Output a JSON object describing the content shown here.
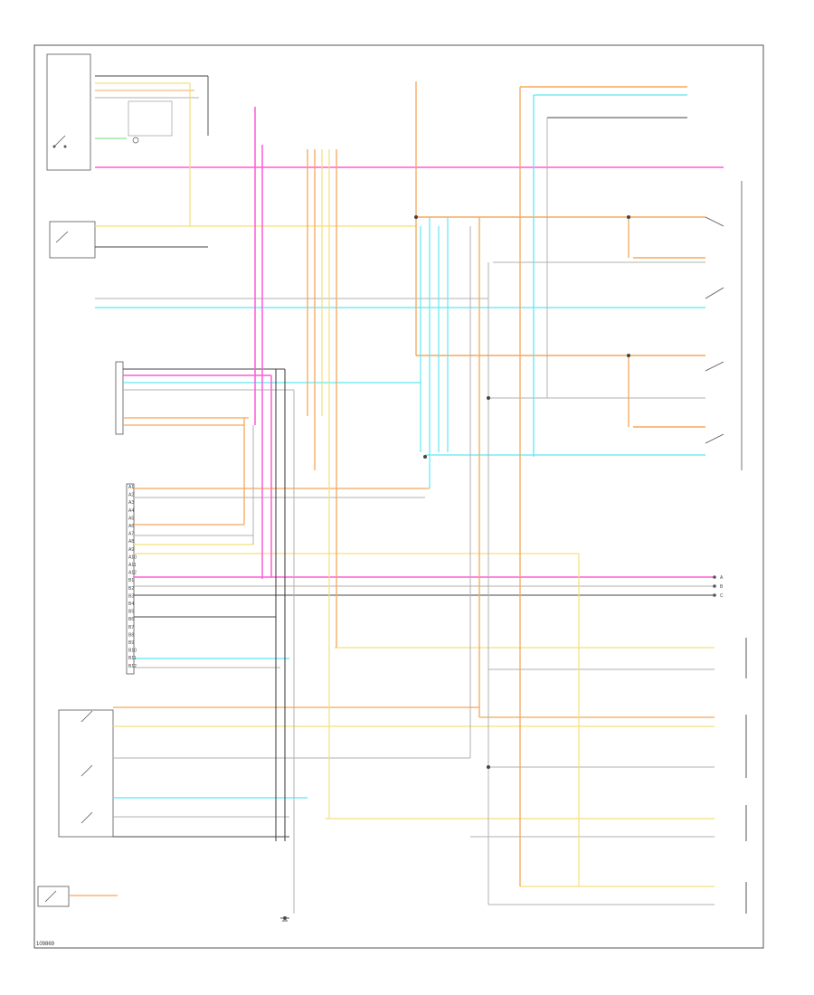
{
  "diagram": {
    "footer_code": "109869",
    "wire_colors": {
      "magenta": "#ff5ad8",
      "orange": "#f5a85a",
      "cyan": "#5ee8f2",
      "yellow": "#f3df7a",
      "black": "#444444",
      "grey": "#b0b0b0",
      "red": "#ff6b6b",
      "green": "#8fe38f"
    },
    "left_pins": [
      "A1",
      "A2",
      "A3",
      "A4",
      "A5",
      "A6",
      "A7",
      "A8",
      "A9",
      "A10",
      "A11",
      "A12",
      "B1",
      "B2",
      "B3",
      "B4",
      "B5",
      "B6",
      "B7",
      "B8",
      "B9",
      "B10",
      "B11",
      "B12"
    ],
    "right_terminals": [
      "A",
      "B",
      "C"
    ]
  }
}
